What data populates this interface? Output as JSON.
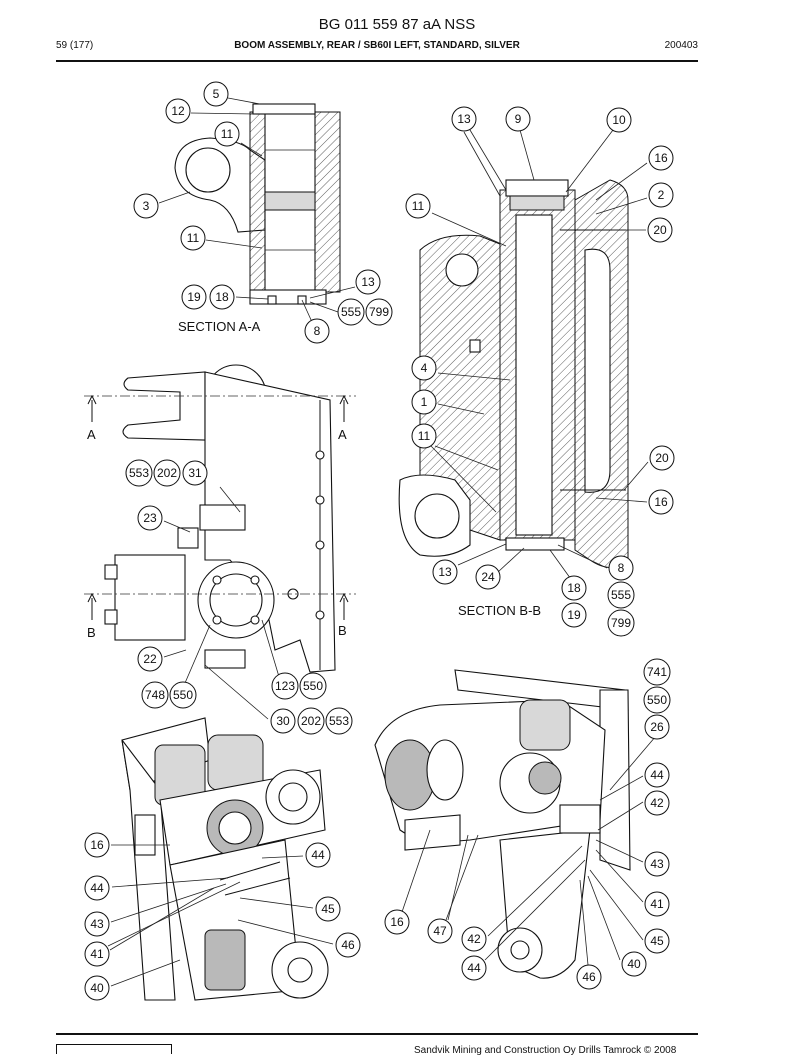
{
  "header": {
    "title": "BG 011 559 87 aA NSS",
    "page": "59 (177)",
    "subtitle": "BOOM ASSEMBLY, REAR / SB60I LEFT, STANDARD, SILVER",
    "code": "200403"
  },
  "footer": {
    "text": "Sandvik Mining and Construction Oy Drills Tamrock © 2008"
  },
  "section_labels": {
    "section_aa": "SECTION A-A",
    "section_bb": "SECTION B-B"
  },
  "cut_markers": {
    "a_left": "A",
    "a_right": "A",
    "b_left": "B",
    "b_right": "B"
  },
  "callouts": {
    "top_left": [
      "5",
      "12",
      "11",
      "3",
      "11",
      "13",
      "19",
      "18",
      "555",
      "799",
      "8"
    ],
    "top_right": [
      "13",
      "9",
      "10",
      "16",
      "2",
      "11",
      "20",
      "4",
      "1",
      "11",
      "20",
      "16",
      "8",
      "13",
      "24",
      "18",
      "555",
      "19",
      "799"
    ],
    "middle_left": [
      "553",
      "202",
      "31",
      "23",
      "22",
      "748",
      "550",
      "123",
      "550",
      "30",
      "202",
      "553"
    ],
    "bottom_left": [
      "16",
      "44",
      "44",
      "43",
      "45",
      "41",
      "46",
      "40"
    ],
    "bottom_right": [
      "741",
      "550",
      "26",
      "44",
      "42",
      "43",
      "41",
      "16",
      "47",
      "42",
      "45",
      "44",
      "40",
      "46"
    ]
  }
}
